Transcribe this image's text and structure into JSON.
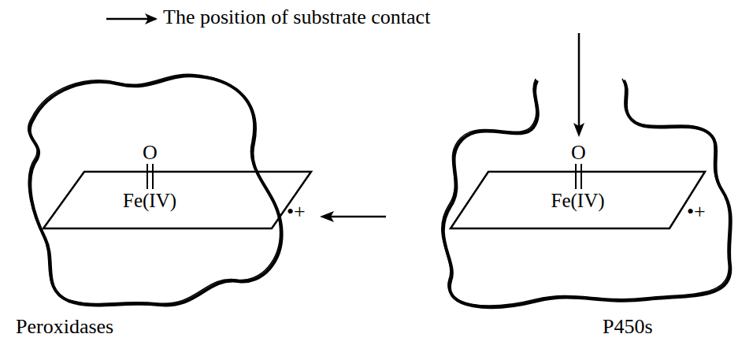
{
  "diagram": {
    "nodes": [
      {
        "text": [
          "Peroxidases"
        ]
      },
      {
        "text": [
          "Fe(IV)"
        ],
        "in": 0
      },
      {
        "text": [
          "P450s"
        ]
      },
      {
        "text": [
          "Fe(IV)"
        ],
        "in": 2
      }
    ],
    "labels": [
      "O",
      "•+",
      "O",
      "•+"
    ],
    "legend": [
      {
        "text": "The position of substrate contact"
      }
    ]
  }
}
